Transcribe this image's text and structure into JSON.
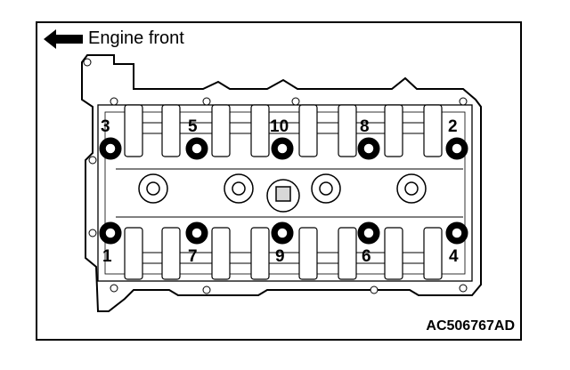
{
  "direction_label": "Engine front",
  "direction_icon": "left-arrow-icon",
  "figure_code": "AC506767AD",
  "bolts": [
    {
      "num": "3"
    },
    {
      "num": "5"
    },
    {
      "num": "10"
    },
    {
      "num": "8"
    },
    {
      "num": "2"
    },
    {
      "num": "1"
    },
    {
      "num": "7"
    },
    {
      "num": "9"
    },
    {
      "num": "6"
    },
    {
      "num": "4"
    }
  ],
  "colors": {
    "line": "#000000",
    "fill": "#ffffff",
    "shade": "#d8d8d8"
  }
}
